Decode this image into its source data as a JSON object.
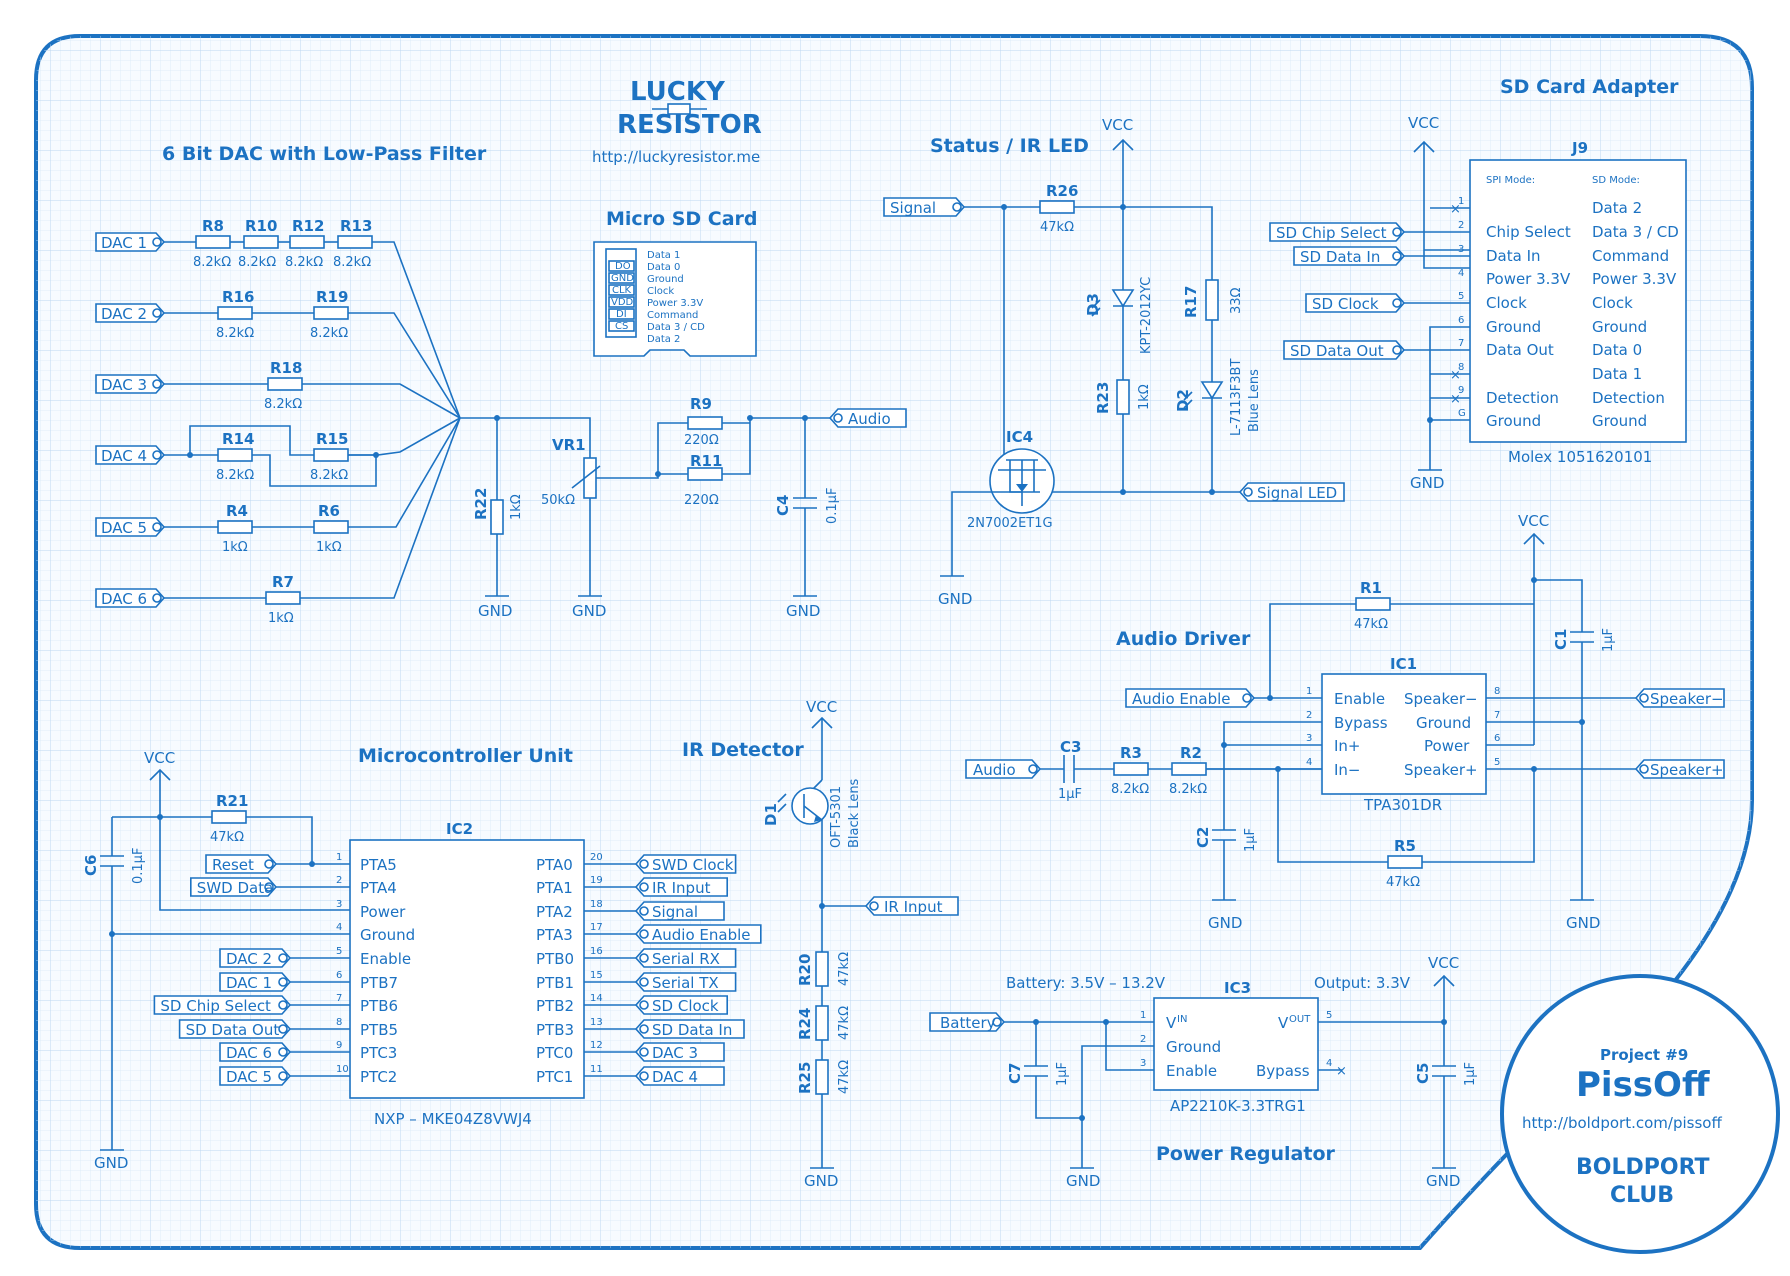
{
  "header": {
    "logo_line1": "LUCKY",
    "logo_line2": "RESISTOR",
    "url": "http://luckyresistor.me"
  },
  "badge": {
    "project": "Project #9",
    "name": "PissOff",
    "url": "http://boldport.com/pissoff",
    "club_line1": "BOLDPORT",
    "club_line2": "CLUB"
  },
  "titles": {
    "dac": "6 Bit DAC with Low-Pass Filter",
    "microsd": "Micro SD Card",
    "status": "Status / IR LED",
    "sdadapter": "SD Card Adapter",
    "audio": "Audio Driver",
    "mcu": "Microcontroller Unit",
    "ir": "IR Detector",
    "power": "Power Regulator"
  },
  "dac": {
    "inputs": [
      "DAC 1",
      "DAC 2",
      "DAC 3",
      "DAC 4",
      "DAC 5",
      "DAC 6"
    ],
    "resistors": [
      {
        "ref": "R8",
        "value": "8.2kΩ"
      },
      {
        "ref": "R10",
        "value": "8.2kΩ"
      },
      {
        "ref": "R12",
        "value": "8.2kΩ"
      },
      {
        "ref": "R13",
        "value": "8.2kΩ"
      },
      {
        "ref": "R16",
        "value": "8.2kΩ"
      },
      {
        "ref": "R19",
        "value": "8.2kΩ"
      },
      {
        "ref": "R18",
        "value": "8.2kΩ"
      },
      {
        "ref": "R14",
        "value": "8.2kΩ"
      },
      {
        "ref": "R15",
        "value": "8.2kΩ"
      },
      {
        "ref": "R4",
        "value": "1kΩ"
      },
      {
        "ref": "R6",
        "value": "1kΩ"
      },
      {
        "ref": "R7",
        "value": "1kΩ"
      },
      {
        "ref": "R22",
        "value": "1kΩ"
      },
      {
        "ref": "R9",
        "value": "220Ω"
      },
      {
        "ref": "R11",
        "value": "220Ω"
      }
    ],
    "vr": {
      "ref": "VR1",
      "value": "50kΩ"
    },
    "cap": {
      "ref": "C4",
      "value": "0.1µF"
    },
    "output": "Audio",
    "gnd": "GND"
  },
  "microsd": {
    "pins": [
      {
        "short": "",
        "name": "Data 1"
      },
      {
        "short": "DO",
        "name": "Data 0"
      },
      {
        "short": "GND",
        "name": "Ground"
      },
      {
        "short": "CLK",
        "name": "Clock"
      },
      {
        "short": "VDD",
        "name": "Power 3.3V"
      },
      {
        "short": "DI",
        "name": "Command"
      },
      {
        "short": "CS",
        "name": "Data 3 / CD"
      },
      {
        "short": "",
        "name": "Data 2"
      }
    ]
  },
  "status": {
    "input": "Signal",
    "vcc": "VCC",
    "gnd": "GND",
    "output": "Signal LED",
    "r26": {
      "ref": "R26",
      "value": "47kΩ"
    },
    "d3": {
      "ref": "D3",
      "part": "KPT-2012YC"
    },
    "r17": {
      "ref": "R17",
      "value": "33Ω"
    },
    "r23": {
      "ref": "R23",
      "value": "1kΩ"
    },
    "d2": {
      "ref": "D2",
      "part": "L-7113F3BT",
      "note": "Blue Lens"
    },
    "ic4": {
      "ref": "IC4",
      "part": "2N7002ET1G"
    }
  },
  "sdadapter": {
    "ref": "J9",
    "part": "Molex 1051620101",
    "vcc": "VCC",
    "gnd": "GND",
    "col_spi": "SPI Mode:",
    "col_sd": "SD Mode:",
    "pins": [
      {
        "num": "1",
        "spi": "",
        "sd": "Data 2"
      },
      {
        "num": "2",
        "spi": "Chip Select",
        "sd": "Data 3 / CD"
      },
      {
        "num": "3",
        "spi": "Data In",
        "sd": "Command"
      },
      {
        "num": "4",
        "spi": "Power 3.3V",
        "sd": "Power 3.3V"
      },
      {
        "num": "5",
        "spi": "Clock",
        "sd": "Clock"
      },
      {
        "num": "6",
        "spi": "Ground",
        "sd": "Ground"
      },
      {
        "num": "7",
        "spi": "Data Out",
        "sd": "Data 0"
      },
      {
        "num": "8",
        "spi": "",
        "sd": "Data 1"
      },
      {
        "num": "9",
        "spi": "Detection",
        "sd": "Detection"
      },
      {
        "num": "G",
        "spi": "Ground",
        "sd": "Ground"
      }
    ],
    "nets": [
      "SD Chip Select",
      "SD Data In",
      "SD Clock",
      "SD Data Out"
    ]
  },
  "audio": {
    "ref": "IC1",
    "part": "TPA301DR",
    "vcc": "VCC",
    "gnd": "GND",
    "left_pins": [
      {
        "num": "1",
        "name": "Enable"
      },
      {
        "num": "2",
        "name": "Bypass"
      },
      {
        "num": "3",
        "name": "In+"
      },
      {
        "num": "4",
        "name": "In−"
      }
    ],
    "right_pins": [
      {
        "num": "8",
        "name": "Speaker−"
      },
      {
        "num": "7",
        "name": "Ground"
      },
      {
        "num": "6",
        "name": "Power"
      },
      {
        "num": "5",
        "name": "Speaker+"
      }
    ],
    "nets": {
      "enable": "Audio Enable",
      "audio": "Audio",
      "spk_neg": "Speaker−",
      "spk_pos": "Speaker+"
    },
    "r1": {
      "ref": "R1",
      "value": "47kΩ"
    },
    "r3": {
      "ref": "R3",
      "value": "8.2kΩ"
    },
    "r2": {
      "ref": "R2",
      "value": "8.2kΩ"
    },
    "r5": {
      "ref": "R5",
      "value": "47kΩ"
    },
    "c1": {
      "ref": "C1",
      "value": "1µF"
    },
    "c2": {
      "ref": "C2",
      "value": "1µF"
    },
    "c3": {
      "ref": "C3",
      "value": "1µF"
    }
  },
  "mcu": {
    "ref": "IC2",
    "part": "NXP – MKE04Z8VWJ4",
    "vcc": "VCC",
    "gnd": "GND",
    "r21": {
      "ref": "R21",
      "value": "47kΩ"
    },
    "c6": {
      "ref": "C6",
      "value": "0.1µF"
    },
    "left_pins": [
      {
        "num": "1",
        "name": "PTA5",
        "net": "Reset"
      },
      {
        "num": "2",
        "name": "PTA4",
        "net": "SWD Data"
      },
      {
        "num": "3",
        "name": "Power",
        "net": ""
      },
      {
        "num": "4",
        "name": "Ground",
        "net": ""
      },
      {
        "num": "5",
        "name": "Enable",
        "net": "DAC 2"
      },
      {
        "num": "6",
        "name": "PTB7",
        "net": "DAC 1"
      },
      {
        "num": "7",
        "name": "PTB6",
        "net": "SD Chip Select"
      },
      {
        "num": "8",
        "name": "PTB5",
        "net": "SD Data Out"
      },
      {
        "num": "9",
        "name": "PTC3",
        "net": "DAC 6"
      },
      {
        "num": "10",
        "name": "PTC2",
        "net": "DAC 5"
      }
    ],
    "right_pins": [
      {
        "num": "20",
        "name": "PTA0",
        "net": "SWD Clock"
      },
      {
        "num": "19",
        "name": "PTA1",
        "net": "IR Input"
      },
      {
        "num": "18",
        "name": "PTA2",
        "net": "Signal"
      },
      {
        "num": "17",
        "name": "PTA3",
        "net": "Audio Enable"
      },
      {
        "num": "16",
        "name": "PTB0",
        "net": "Serial RX"
      },
      {
        "num": "15",
        "name": "PTB1",
        "net": "Serial TX"
      },
      {
        "num": "14",
        "name": "PTB2",
        "net": "SD Clock"
      },
      {
        "num": "13",
        "name": "PTB3",
        "net": "SD Data In"
      },
      {
        "num": "12",
        "name": "PTC0",
        "net": "DAC 3"
      },
      {
        "num": "11",
        "name": "PTC1",
        "net": "DAC 4"
      }
    ]
  },
  "ir": {
    "vcc": "VCC",
    "gnd": "GND",
    "output": "IR Input",
    "d1": {
      "ref": "D1",
      "part": "OFT-5301",
      "note": "Black Lens"
    },
    "r20": {
      "ref": "R20",
      "value": "47kΩ"
    },
    "r24": {
      "ref": "R24",
      "value": "47kΩ"
    },
    "r25": {
      "ref": "R25",
      "value": "47kΩ"
    }
  },
  "power": {
    "ref": "IC3",
    "part": "AP2210K-3.3TRG1",
    "vcc": "VCC",
    "gnd": "GND",
    "input": "Battery",
    "battery_note": "Battery: 3.5V – 13.2V",
    "output_note": "Output: 3.3V",
    "vin_main": "V",
    "vin_sup": "IN",
    "vout_main": "V",
    "vout_sup": "OUT",
    "left_pins": [
      {
        "num": "1",
        "name": ""
      },
      {
        "num": "2",
        "name": "Ground"
      },
      {
        "num": "3",
        "name": "Enable"
      }
    ],
    "right_pins": [
      {
        "num": "5",
        "name": ""
      },
      {
        "num": "4",
        "name": "Bypass"
      }
    ],
    "c7": {
      "ref": "C7",
      "value": "1µF"
    },
    "c5": {
      "ref": "C5",
      "value": "1µF"
    }
  },
  "colors": {
    "ink": "#1c72c2",
    "grid_minor": "#d3e5f6",
    "grid_major": "#b3d1ee",
    "paper": "#f7fbff"
  }
}
